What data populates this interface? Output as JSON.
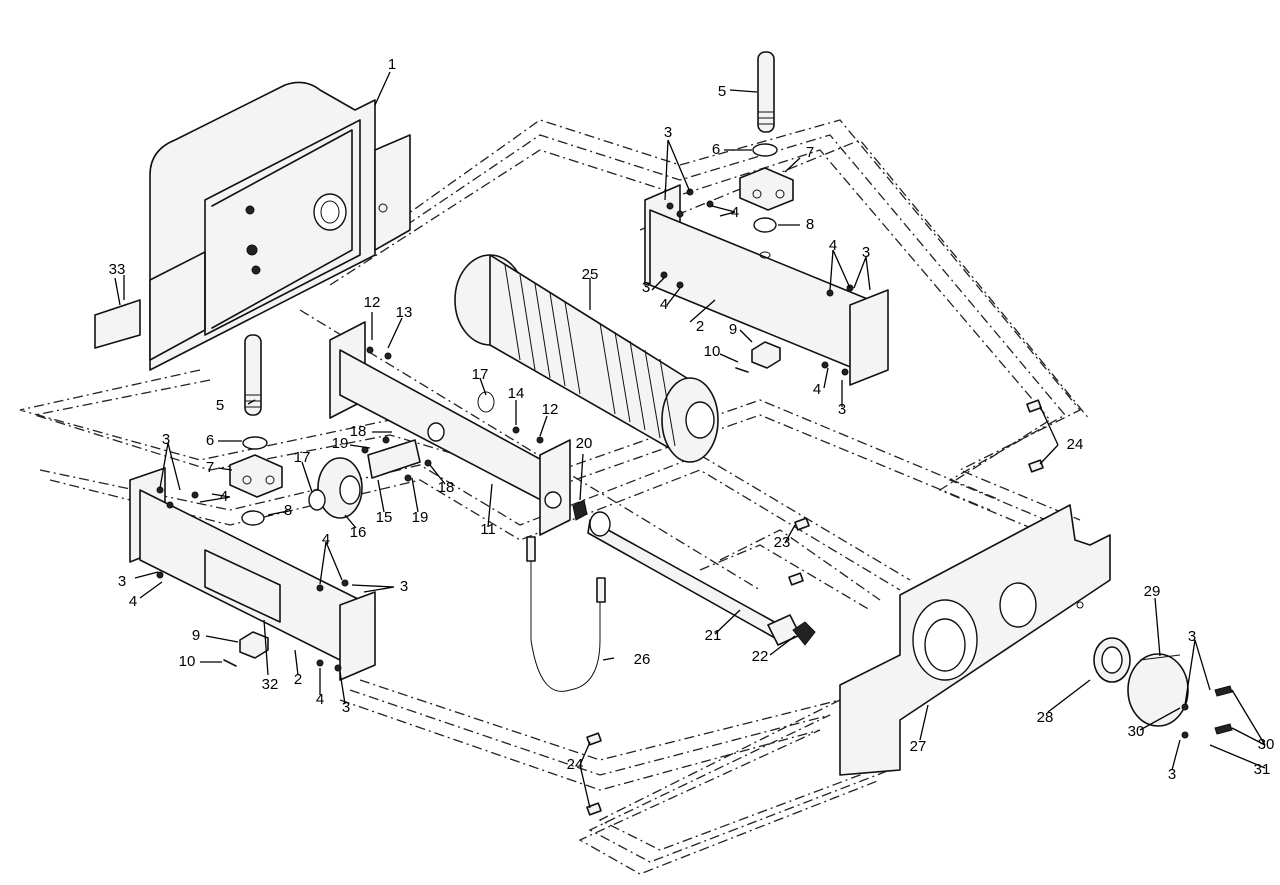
{
  "callouts": [
    {
      "id": "c1",
      "text": "1"
    },
    {
      "id": "c2a",
      "text": "2"
    },
    {
      "id": "c2b",
      "text": "2"
    },
    {
      "id": "c3a",
      "text": "3"
    },
    {
      "id": "c3b",
      "text": "3"
    },
    {
      "id": "c3c",
      "text": "3"
    },
    {
      "id": "c3d",
      "text": "3"
    },
    {
      "id": "c3e",
      "text": "3"
    },
    {
      "id": "c3f",
      "text": "3"
    },
    {
      "id": "c3g",
      "text": "3"
    },
    {
      "id": "c3h",
      "text": "3"
    },
    {
      "id": "c3i",
      "text": "3"
    },
    {
      "id": "c3j",
      "text": "3"
    },
    {
      "id": "c4a",
      "text": "4"
    },
    {
      "id": "c4b",
      "text": "4"
    },
    {
      "id": "c4c",
      "text": "4"
    },
    {
      "id": "c4d",
      "text": "4"
    },
    {
      "id": "c4e",
      "text": "4"
    },
    {
      "id": "c4f",
      "text": "4"
    },
    {
      "id": "c4g",
      "text": "4"
    },
    {
      "id": "c4h",
      "text": "4"
    },
    {
      "id": "c5a",
      "text": "5"
    },
    {
      "id": "c5b",
      "text": "5"
    },
    {
      "id": "c6a",
      "text": "6"
    },
    {
      "id": "c6b",
      "text": "6"
    },
    {
      "id": "c7a",
      "text": "7"
    },
    {
      "id": "c7b",
      "text": "7"
    },
    {
      "id": "c8a",
      "text": "8"
    },
    {
      "id": "c8b",
      "text": "8"
    },
    {
      "id": "c9a",
      "text": "9"
    },
    {
      "id": "c9b",
      "text": "9"
    },
    {
      "id": "c10a",
      "text": "10"
    },
    {
      "id": "c10b",
      "text": "10"
    },
    {
      "id": "c11",
      "text": "11"
    },
    {
      "id": "c12a",
      "text": "12"
    },
    {
      "id": "c12b",
      "text": "12"
    },
    {
      "id": "c13",
      "text": "13"
    },
    {
      "id": "c14",
      "text": "14"
    },
    {
      "id": "c15",
      "text": "15"
    },
    {
      "id": "c16",
      "text": "16"
    },
    {
      "id": "c17a",
      "text": "17"
    },
    {
      "id": "c17b",
      "text": "17"
    },
    {
      "id": "c18a",
      "text": "18"
    },
    {
      "id": "c18b",
      "text": "18"
    },
    {
      "id": "c19a",
      "text": "19"
    },
    {
      "id": "c19b",
      "text": "19"
    },
    {
      "id": "c20",
      "text": "20"
    },
    {
      "id": "c21",
      "text": "21"
    },
    {
      "id": "c22",
      "text": "22"
    },
    {
      "id": "c23",
      "text": "23"
    },
    {
      "id": "c24a",
      "text": "24"
    },
    {
      "id": "c24b",
      "text": "24"
    },
    {
      "id": "c25",
      "text": "25"
    },
    {
      "id": "c26",
      "text": "26"
    },
    {
      "id": "c27",
      "text": "27"
    },
    {
      "id": "c28",
      "text": "28"
    },
    {
      "id": "c29",
      "text": "29"
    },
    {
      "id": "c30a",
      "text": "30"
    },
    {
      "id": "c30b",
      "text": "30"
    },
    {
      "id": "c31",
      "text": "31"
    },
    {
      "id": "c32",
      "text": "32"
    },
    {
      "id": "c33",
      "text": "33"
    }
  ]
}
